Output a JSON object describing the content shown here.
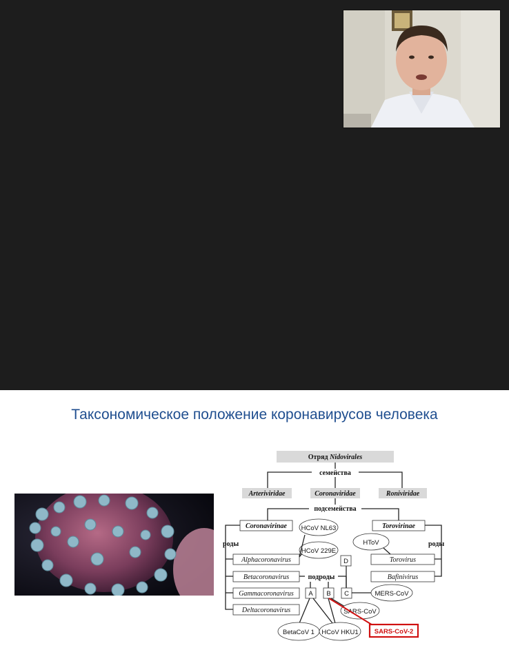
{
  "slide": {
    "title": "Таксономическое положение коронавирусов человека"
  },
  "diagram": {
    "order_prefix": "Отряд ",
    "order_name": "Nidovirales",
    "families_label": "семейства",
    "families": [
      "Arteriviridae",
      "Coronaviridae",
      "Roniviridae"
    ],
    "subfamilies_label": "подсемейства",
    "subfamilies": [
      "Coronavirinae",
      "Torovirinae"
    ],
    "genera_label_left": "роды",
    "genera_label_right": "роды",
    "corona_genera": [
      "Alphacoronavirus",
      "Betacoronavirus",
      "Gammacoronavirus",
      "Deltacoronavirus"
    ],
    "toro_genera": [
      "Torovirus",
      "Bafinivirus"
    ],
    "subgenera_label": "подроды",
    "subgenera": [
      "A",
      "B",
      "C",
      "D"
    ],
    "viruses": {
      "nl63": "HCoV NL63",
      "e229": "HCoV 229E",
      "htov": "HToV",
      "mers": "MERS-CoV",
      "sars": "SARS-CoV",
      "betacov1": "BetaCoV 1",
      "hku1": "HCoV HKU1",
      "sars2": "SARS-CoV-2"
    },
    "highlight_color": "#d01010"
  }
}
